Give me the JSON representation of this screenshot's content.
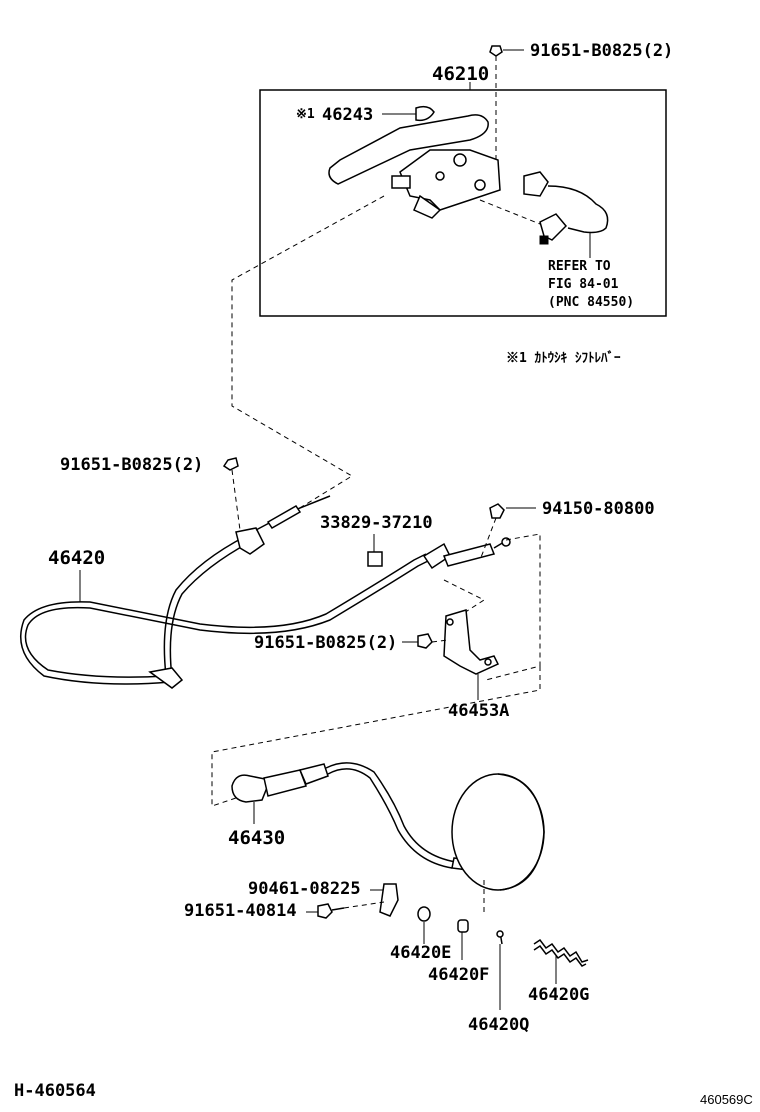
{
  "labels": {
    "bolt_top": "91651-B0825(2)",
    "lever_assy": "46210",
    "lever_grip": "46243",
    "refer_line1": "REFER TO",
    "refer_line2": "FIG 84-01",
    "refer_line3": "(PNC 84550)",
    "note_mark": "※1",
    "note_text": "※1 ｶﾄｳｼｷ ｼﾌﾄﾚﾊﾞｰ",
    "bolt_left": "91651-B0825(2)",
    "nut_right": "94150-80800",
    "clip": "33829-37210",
    "cable_front": "46420",
    "bolt_mid": "91651-B0825(2)",
    "bracket": "46453A",
    "cable_rear": "46430",
    "clip_rear": "90461-08225",
    "bolt_rear": "91651-40814",
    "part_e": "46420E",
    "part_f": "46420F",
    "part_g": "46420G",
    "part_q": "46420Q",
    "fig_code": "H-460564",
    "image_code": "460569C"
  }
}
